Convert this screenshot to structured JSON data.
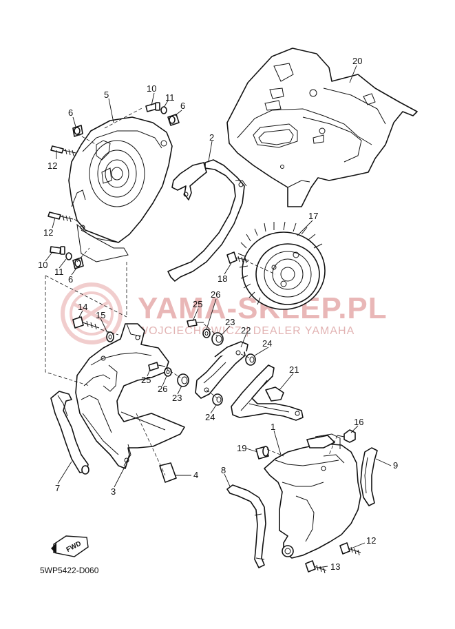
{
  "diagram": {
    "code": "5WP5422-D060",
    "arrow_label": "FWD",
    "watermark": {
      "title": "YAMA-SKLEP.PL",
      "subtitle": "WOJCIECHOWICZ | DEALER YAMAHA"
    },
    "callouts": [
      {
        "id": "20",
        "label": "20"
      },
      {
        "id": "5",
        "label": "5"
      },
      {
        "id": "10a",
        "label": "10"
      },
      {
        "id": "11a",
        "label": "11"
      },
      {
        "id": "6a",
        "label": "6"
      },
      {
        "id": "6b",
        "label": "6"
      },
      {
        "id": "12a",
        "label": "12"
      },
      {
        "id": "2",
        "label": "2"
      },
      {
        "id": "12b",
        "label": "12"
      },
      {
        "id": "17",
        "label": "17"
      },
      {
        "id": "10b",
        "label": "10"
      },
      {
        "id": "11b",
        "label": "11"
      },
      {
        "id": "6c",
        "label": "6"
      },
      {
        "id": "18",
        "label": "18"
      },
      {
        "id": "14",
        "label": "14"
      },
      {
        "id": "15",
        "label": "15"
      },
      {
        "id": "25a",
        "label": "25"
      },
      {
        "id": "26a",
        "label": "26"
      },
      {
        "id": "23a",
        "label": "23"
      },
      {
        "id": "22",
        "label": "22"
      },
      {
        "id": "24a",
        "label": "24"
      },
      {
        "id": "25b",
        "label": "25"
      },
      {
        "id": "26b",
        "label": "26"
      },
      {
        "id": "23b",
        "label": "23"
      },
      {
        "id": "21",
        "label": "21"
      },
      {
        "id": "24b",
        "label": "24"
      },
      {
        "id": "16",
        "label": "16"
      },
      {
        "id": "1",
        "label": "1"
      },
      {
        "id": "19",
        "label": "19"
      },
      {
        "id": "9",
        "label": "9"
      },
      {
        "id": "8",
        "label": "8"
      },
      {
        "id": "7",
        "label": "7"
      },
      {
        "id": "3",
        "label": "3"
      },
      {
        "id": "4",
        "label": "4"
      },
      {
        "id": "12c",
        "label": "12"
      },
      {
        "id": "13",
        "label": "13"
      }
    ]
  }
}
